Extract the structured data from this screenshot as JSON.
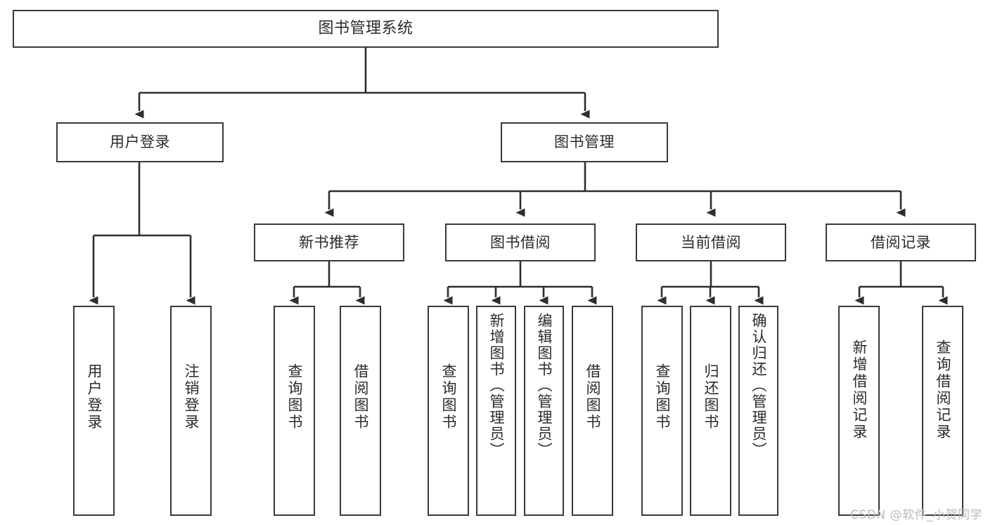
{
  "diagram": {
    "title": "图书管理系统",
    "type": "tree-hierarchy",
    "watermark": "CSDN @软件_小贺同学",
    "colors": {
      "background": "#ffffff",
      "box_stroke": "#3a3a3a",
      "box_fill": "#ffffff",
      "text": "#2b2b2b",
      "edge": "#2e2e2e",
      "watermark": "#b9b9b9"
    },
    "levels": {
      "root": "图书管理系统",
      "level2": [
        "用户登录",
        "图书管理"
      ],
      "level3": [
        "新书推荐",
        "图书借阅",
        "当前借阅",
        "借阅记录"
      ]
    },
    "nodes": {
      "root": {
        "label": "图书管理系统"
      },
      "user_login": {
        "label": "用户登录"
      },
      "book_manage": {
        "label": "图书管理"
      },
      "new_book_rec": {
        "label": "新书推荐"
      },
      "book_borrow": {
        "label": "图书借阅"
      },
      "current_borrow": {
        "label": "当前借阅"
      },
      "borrow_record": {
        "label": "借阅记录"
      },
      "leaf_user_login": {
        "label": "用户登录"
      },
      "leaf_logout": {
        "label": "注销登录"
      },
      "leaf_query_book_1": {
        "label": "查询图书"
      },
      "leaf_borrow_book_1": {
        "label": "借阅图书"
      },
      "leaf_query_book_2": {
        "label": "查询图书"
      },
      "leaf_add_book": {
        "label": "新增图书（管理员）"
      },
      "leaf_edit_book": {
        "label": "编辑图书（管理员）"
      },
      "leaf_borrow_book_2": {
        "label": "借阅图书"
      },
      "leaf_query_book_3": {
        "label": "查询图书"
      },
      "leaf_return_book": {
        "label": "归还图书"
      },
      "leaf_confirm_return": {
        "label": "确认归还（管理员）"
      },
      "leaf_add_record": {
        "label": "新增借阅记录"
      },
      "leaf_query_record": {
        "label": "查询借阅记录"
      }
    },
    "edges": [
      {
        "from": "root",
        "to": "user_login"
      },
      {
        "from": "root",
        "to": "book_manage"
      },
      {
        "from": "user_login",
        "to": "leaf_user_login"
      },
      {
        "from": "user_login",
        "to": "leaf_logout"
      },
      {
        "from": "book_manage",
        "to": "new_book_rec"
      },
      {
        "from": "book_manage",
        "to": "book_borrow"
      },
      {
        "from": "book_manage",
        "to": "current_borrow"
      },
      {
        "from": "book_manage",
        "to": "borrow_record"
      },
      {
        "from": "new_book_rec",
        "to": "leaf_query_book_1"
      },
      {
        "from": "new_book_rec",
        "to": "leaf_borrow_book_1"
      },
      {
        "from": "book_borrow",
        "to": "leaf_query_book_2"
      },
      {
        "from": "book_borrow",
        "to": "leaf_add_book"
      },
      {
        "from": "book_borrow",
        "to": "leaf_edit_book"
      },
      {
        "from": "book_borrow",
        "to": "leaf_borrow_book_2"
      },
      {
        "from": "current_borrow",
        "to": "leaf_query_book_3"
      },
      {
        "from": "current_borrow",
        "to": "leaf_return_book"
      },
      {
        "from": "current_borrow",
        "to": "leaf_confirm_return"
      },
      {
        "from": "borrow_record",
        "to": "leaf_add_record"
      },
      {
        "from": "borrow_record",
        "to": "leaf_query_record"
      }
    ]
  }
}
